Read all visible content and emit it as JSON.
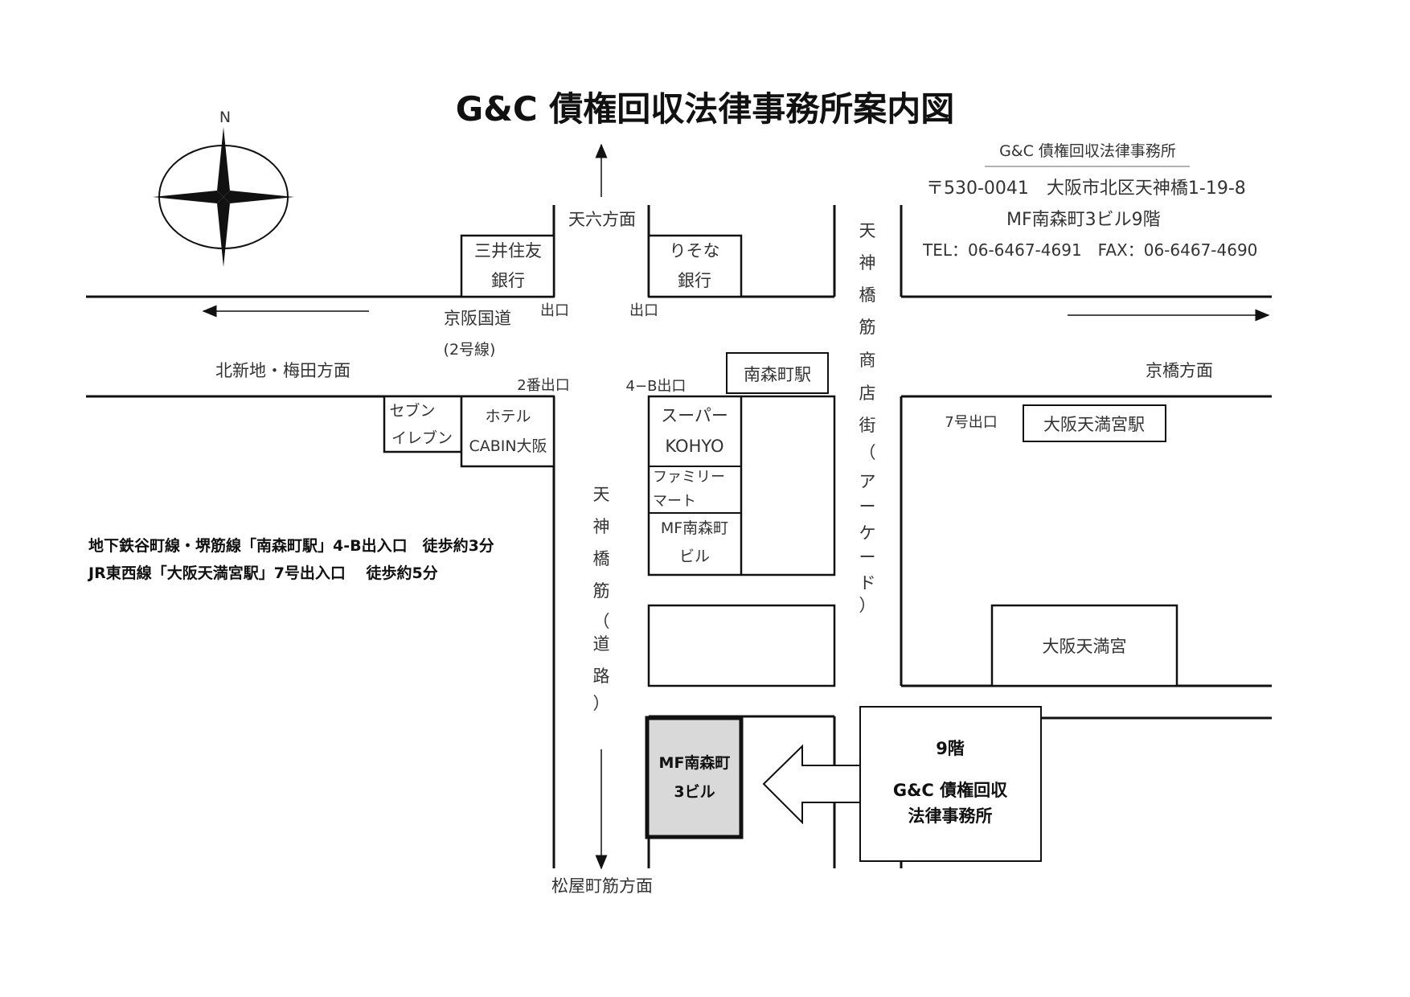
{
  "title": "G&C 債権回収法律事務所案内図",
  "office": {
    "name": "G&C 債権回収法律事務所",
    "address": "〒530-0041　大阪市北区天神橋1-19-8",
    "building": "MF南森町3ビル9階",
    "contact": "TEL：06-6467-4691　FAX：06-6467-4690"
  },
  "compass": {
    "north": "N"
  },
  "directions": {
    "north": "天六方面",
    "south": "松屋町筋方面",
    "west": "北新地・梅田方面",
    "east": "京橋方面"
  },
  "roads": {
    "kokudo": "京阪国道",
    "kokudo_sub": "(2号線)",
    "tenjinbashi_road": [
      "天",
      "神",
      "橋",
      "筋",
      "（",
      "道",
      "路",
      "）"
    ],
    "shotengai": [
      "天",
      "神",
      "橋",
      "筋",
      "商",
      "店",
      "街",
      "（",
      "ア",
      "ー",
      "ケ",
      "ー",
      "ド",
      "）"
    ]
  },
  "exits": {
    "exit_nw": "出口",
    "exit_ne": "出口",
    "exit_2": "2番出口",
    "exit_4b": "4−B出口",
    "exit_7": "7号出口"
  },
  "buildings": {
    "mitsui": [
      "三井住友",
      "銀行"
    ],
    "resona": [
      "りそな",
      "銀行"
    ],
    "seven": [
      "セブン",
      "イレブン"
    ],
    "hotel": [
      "ホテル",
      "CABIN大阪"
    ],
    "super": [
      "スーパー",
      "KOHYO"
    ],
    "family": [
      "ファミリー",
      "マート"
    ],
    "mf_bldg": [
      "MF南森町",
      "ビル"
    ],
    "target": [
      "MF南森町",
      "3ビル"
    ],
    "tenmangu": "大阪天満宮"
  },
  "stations": {
    "minamimorimachi": "南森町駅",
    "tenmangu_station": "大阪天満宮駅"
  },
  "access": [
    "地下鉄谷町線・堺筋線「南森町駅」4-B出入口　徒歩約3分",
    "JR東西線「大阪天満宮駅」7号出入口　 徒歩約5分"
  ],
  "callout": {
    "floor": "9階",
    "line1": "G&C 債権回収",
    "line2": "法律事務所"
  },
  "colors": {
    "target_fill": "#d9d9d9",
    "line": "#111111"
  }
}
